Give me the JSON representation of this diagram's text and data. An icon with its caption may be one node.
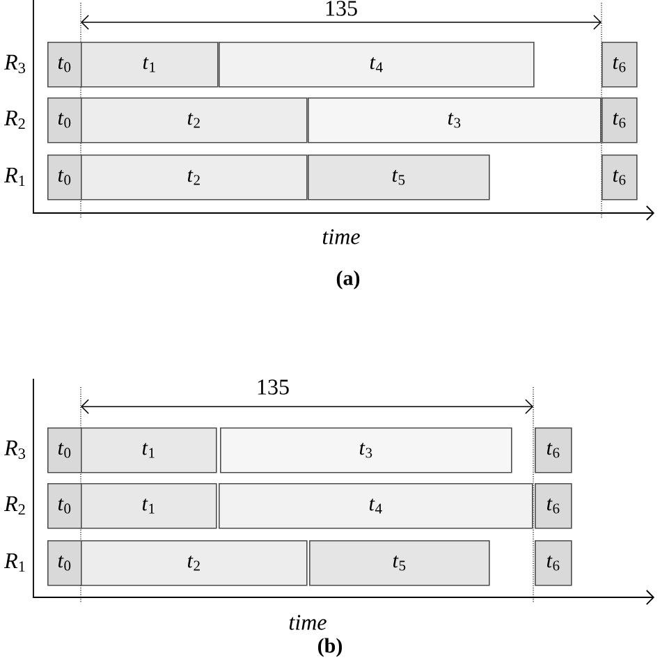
{
  "diagram": {
    "nodes": [
      {
        "text": [
          "*t*$_{0}$"
        ]
      },
      {
        "text": [
          "*t*$_{1}$"
        ]
      },
      {
        "text": [
          "*t*$_{4}$"
        ]
      },
      {
        "text": [
          "*t*$_{6}$"
        ]
      },
      {
        "text": [
          "*t*$_{0}$"
        ]
      },
      {
        "text": [
          "*t*$_{2}$"
        ]
      },
      {
        "text": [
          "*t*$_{3}$"
        ]
      },
      {
        "text": [
          "*t*$_{6}$"
        ]
      },
      {
        "text": [
          "*t*$_{0}$"
        ]
      },
      {
        "text": [
          "*t*$_{2}$"
        ]
      },
      {
        "text": [
          "*t*$_{5}$"
        ]
      },
      {
        "text": [
          "*t*$_{6}$"
        ]
      },
      {
        "text": [
          "*t*$_{0}$"
        ]
      },
      {
        "text": [
          "*t*$_{1}$"
        ]
      },
      {
        "text": [
          "*t*$_{3}$"
        ]
      },
      {
        "text": [
          "*t*$_{6}$"
        ]
      },
      {
        "text": [
          "*t*$_{0}$"
        ]
      },
      {
        "text": [
          "*t*$_{1}$"
        ]
      },
      {
        "text": [
          "*t*$_{4}$"
        ]
      },
      {
        "text": [
          "*t*$_{6}$"
        ]
      },
      {
        "text": [
          "*t*$_{0}$"
        ]
      },
      {
        "text": [
          "*t*$_{2}$"
        ]
      },
      {
        "text": [
          "*t*$_{5}$"
        ]
      },
      {
        "text": [
          "*t*$_{6}$"
        ]
      }
    ],
    "edges": [],
    "labels": [
      "135",
      "*R*$_{3}$",
      "*R*$_{2}$",
      "*R*$_{1}$",
      "time",
      "(a)",
      "135",
      "*R*$_{3}$",
      "*R*$_{2}$",
      "*R*$_{1}$",
      "time",
      "(b)"
    ]
  }
}
